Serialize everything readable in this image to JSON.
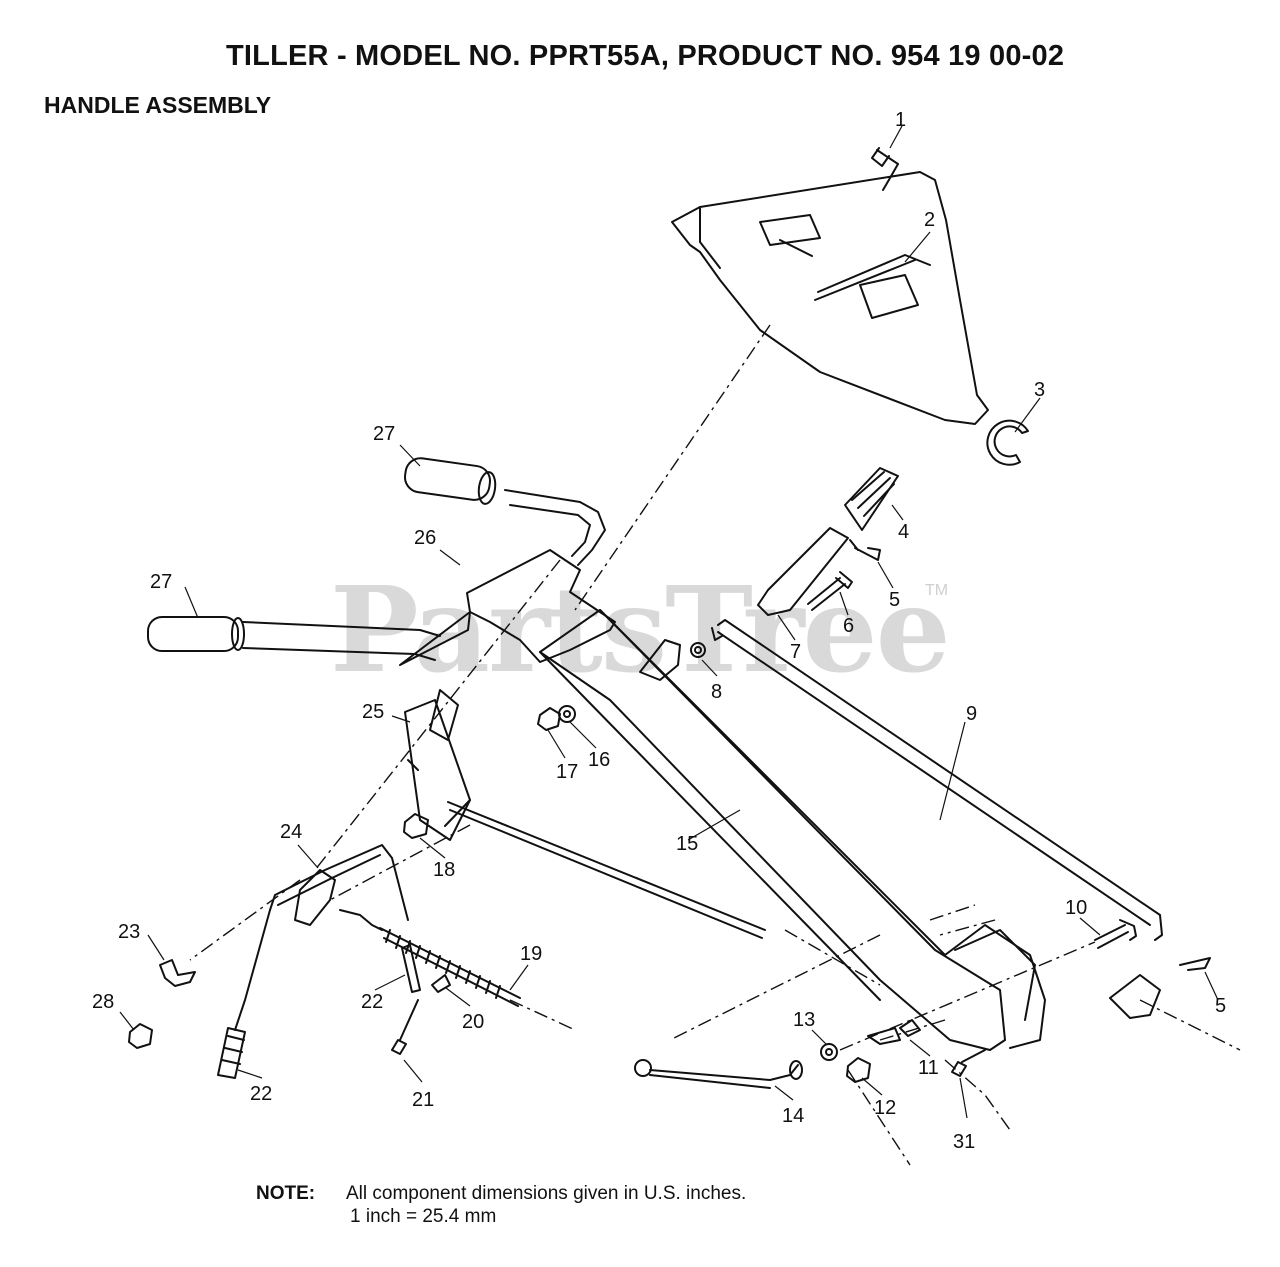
{
  "header": {
    "title": "TILLER - MODEL NO. PPRT55A, PRODUCT NO. 954 19 00-02",
    "subtitle": "HANDLE ASSEMBLY"
  },
  "watermark": {
    "text": "PartsTree",
    "tm": "TM"
  },
  "callouts": [
    "1",
    "2",
    "3",
    "4",
    "5",
    "6",
    "7",
    "8",
    "9",
    "10",
    "11",
    "12",
    "13",
    "14",
    "15",
    "16",
    "17",
    "18",
    "19",
    "20",
    "21",
    "22",
    "23",
    "24",
    "25",
    "26",
    "27",
    "28",
    "31"
  ],
  "note": {
    "label": "NOTE:",
    "line1": "All component dimensions given in U.S. inches.",
    "line2": "1 inch = 25.4 mm"
  }
}
